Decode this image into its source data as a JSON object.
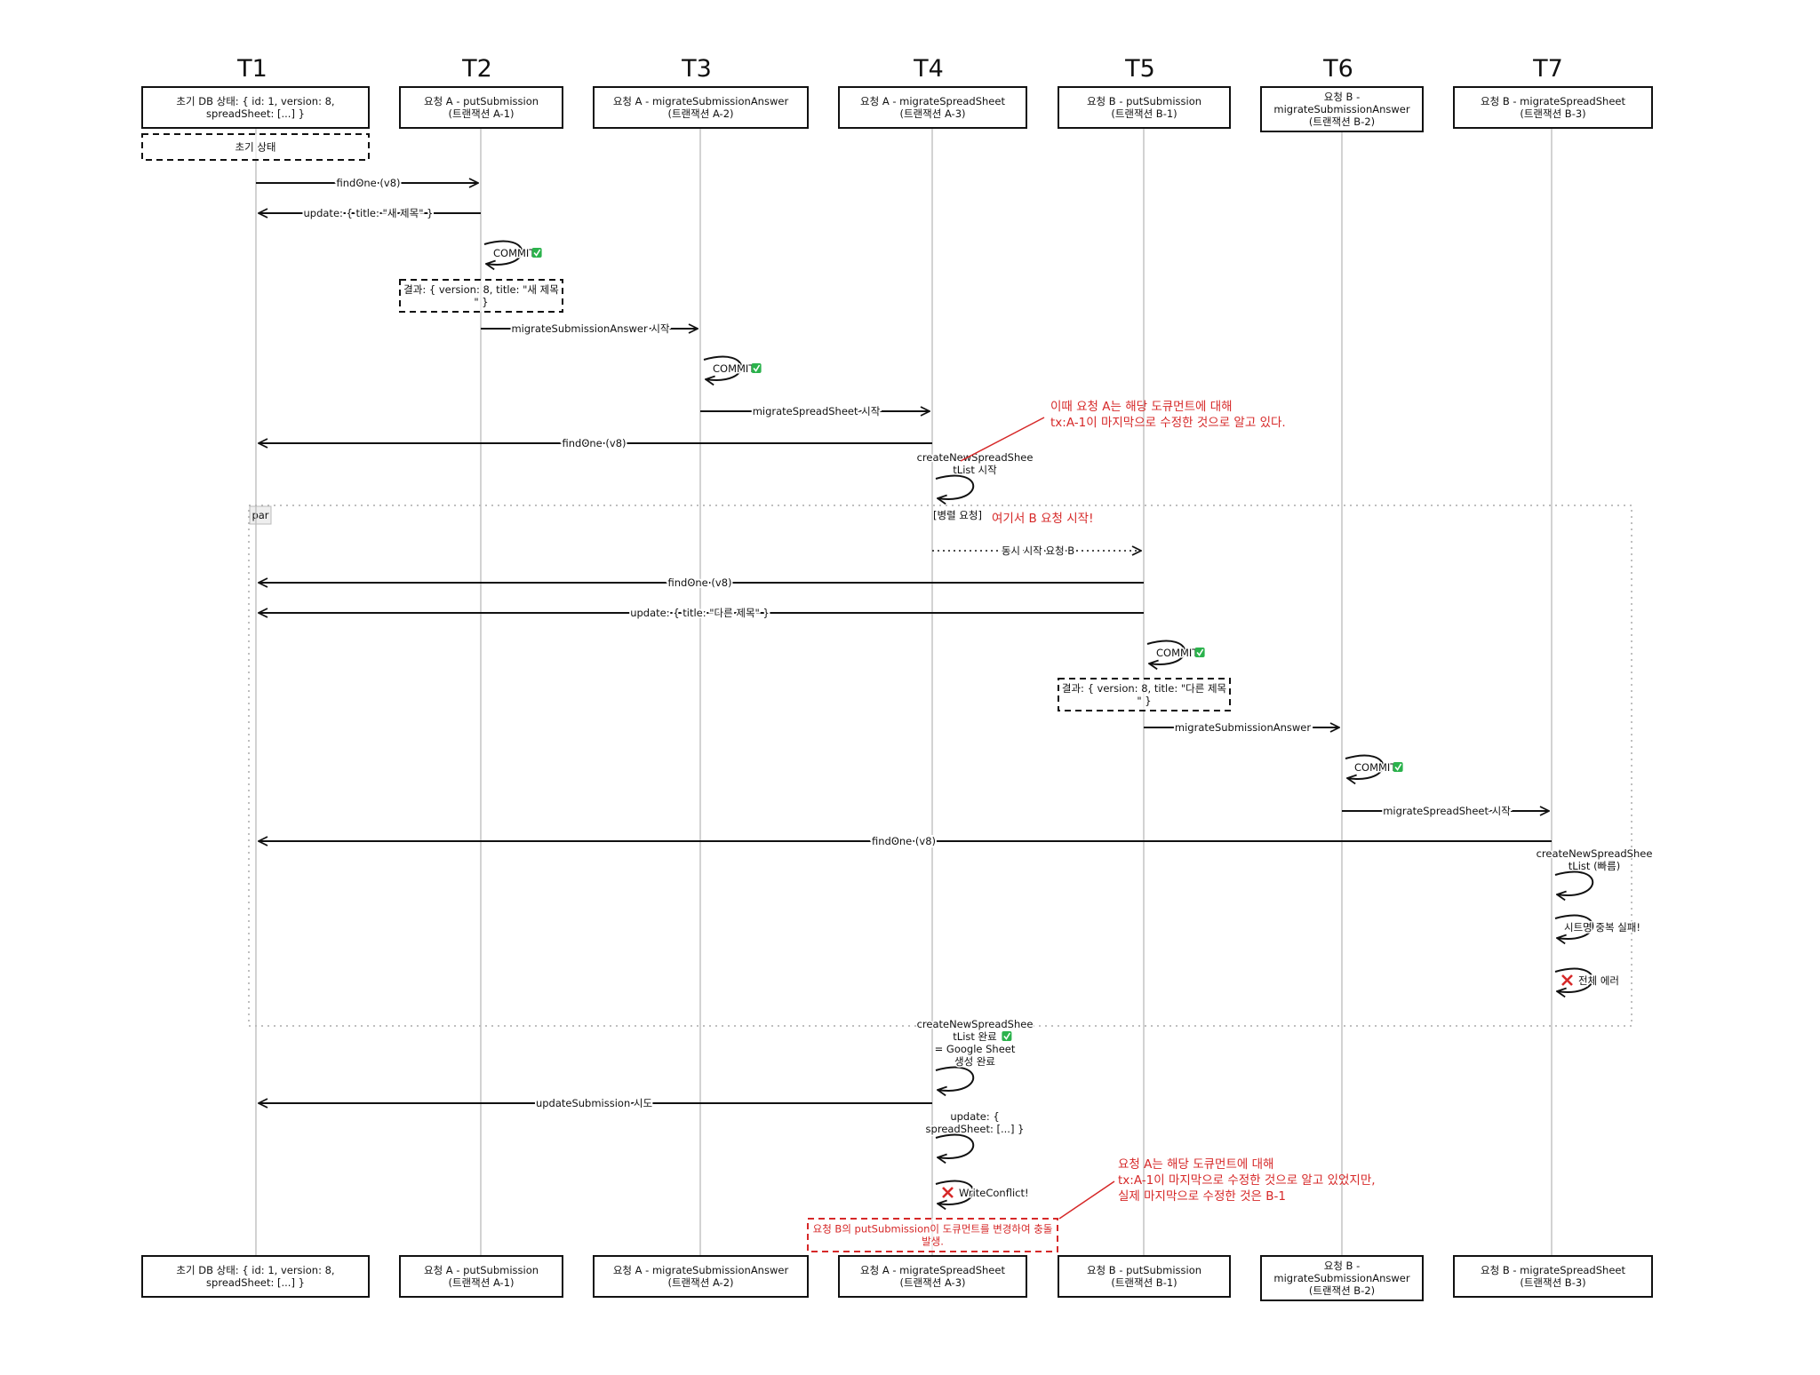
{
  "participants": [
    {
      "id": "T1",
      "title": "T1",
      "lines": [
        "초기 DB 상태: { id: 1, version: 8,",
        "spreadSheet: [...] }"
      ]
    },
    {
      "id": "T2",
      "title": "T2",
      "lines": [
        "요청 A - putSubmission",
        "(트랜잭션 A-1)"
      ]
    },
    {
      "id": "T3",
      "title": "T3",
      "lines": [
        "요청 A - migrateSubmissionAnswer",
        "(트랜잭션 A-2)"
      ]
    },
    {
      "id": "T4",
      "title": "T4",
      "lines": [
        "요청 A - migrateSpreadSheet",
        "(트랜잭션 A-3)"
      ]
    },
    {
      "id": "T5",
      "title": "T5",
      "lines": [
        "요청 B - putSubmission",
        "(트랜잭션 B-1)"
      ]
    },
    {
      "id": "T6",
      "title": "T6",
      "lines": [
        "요청 B -",
        "migrateSubmissionAnswer",
        "(트랜잭션 B-2)"
      ]
    },
    {
      "id": "T7",
      "title": "T7",
      "lines": [
        "요청 B - migrateSpreadSheet",
        "(트랜잭션 B-3)"
      ]
    }
  ],
  "messages": [
    {
      "label": "findOne (v8)",
      "from": 0,
      "to": 1,
      "style": "solid"
    },
    {
      "label": "update: { title: \"새 제목\" }",
      "from": 1,
      "to": 0,
      "style": "solid"
    },
    {
      "label": "migrateSubmissionAnswer 시작",
      "from": 1,
      "to": 2,
      "style": "solid"
    },
    {
      "label": "migrateSpreadSheet 시작",
      "from": 2,
      "to": 3,
      "style": "solid"
    },
    {
      "label": "findOne (v8)",
      "from": 3,
      "to": 0,
      "style": "solid"
    },
    {
      "label": "동시 시작 요청 B",
      "from": 3,
      "to": 4,
      "style": "dotted"
    },
    {
      "label": "findOne (v8)",
      "from": 4,
      "to": 0,
      "style": "solid"
    },
    {
      "label": "update: { title: \"다른 제목\" }",
      "from": 4,
      "to": 0,
      "style": "solid"
    },
    {
      "label": "migrateSubmissionAnswer",
      "from": 4,
      "to": 5,
      "style": "solid"
    },
    {
      "label": "migrateSpreadSheet 시작",
      "from": 5,
      "to": 6,
      "style": "solid"
    },
    {
      "label": "findOne (v8)",
      "from": 6,
      "to": 0,
      "style": "solid"
    },
    {
      "label": "updateSubmission 시도",
      "from": 3,
      "to": 0,
      "style": "solid"
    }
  ],
  "self_messages": [
    {
      "p": 1,
      "lines": [
        "COMMIT"
      ],
      "icon": "check-icon",
      "icon_line": 0
    },
    {
      "p": 2,
      "lines": [
        "COMMIT"
      ],
      "icon": "check-icon",
      "icon_line": 0
    },
    {
      "p": 3,
      "lines": [
        "createNewSpreadShee",
        "tList 시작"
      ]
    },
    {
      "p": 4,
      "lines": [
        "COMMIT"
      ],
      "icon": "check-icon",
      "icon_line": 0
    },
    {
      "p": 5,
      "lines": [
        "COMMIT"
      ],
      "icon": "check-icon",
      "icon_line": 0
    },
    {
      "p": 6,
      "lines": [
        "createNewSpreadShee",
        "tList (빠름)"
      ]
    },
    {
      "p": 6,
      "lines": [
        "시트명 중복 실패!"
      ]
    },
    {
      "p": 6,
      "lines": [
        "전체 에러"
      ],
      "icon": "cross-icon",
      "icon_line": 0,
      "icon_before": true
    },
    {
      "p": 3,
      "lines": [
        "createNewSpreadShee",
        "tList 완료",
        "= Google Sheet",
        "생성 완료"
      ],
      "icon": "check-icon",
      "icon_line": 1
    },
    {
      "p": 3,
      "lines": [
        "update: {",
        "spreadSheet: [...] }"
      ]
    },
    {
      "p": 3,
      "lines": [
        "WriteConflict!"
      ],
      "icon": "cross-icon",
      "icon_line": 0,
      "icon_before": true
    }
  ],
  "notes": {
    "initial_state": "초기 상태",
    "result_a": [
      "결과: { version: 8, title: \"새 제목",
      "\" }"
    ],
    "result_b": [
      "결과: { version: 8, title: \"다른 제목",
      "\" }"
    ],
    "conflict": [
      "요청 B의 putSubmission이 도큐먼트를 변경하여 충돌",
      "발생."
    ]
  },
  "annotations": {
    "a_belief": [
      "이때 요청 A는 해당 도큐먼트에 대해",
      "tx:A-1이 마지막으로 수정한 것으로 알고 있다."
    ],
    "actual": [
      "요청 A는 해당 도큐먼트에 대해",
      "tx:A-1이 마지막으로 수정한 것으로 알고 있었지만,",
      "실제 마지막으로 수정한 것은 B-1"
    ]
  },
  "par": {
    "label": "par",
    "guard": "[병렬 요청]",
    "highlight": "여기서 B 요청 시작!"
  },
  "colors": {
    "accent_red": "#d62828",
    "check_green": "#2bb24c",
    "line": "#111111",
    "lifeline": "#bbbbbb"
  }
}
